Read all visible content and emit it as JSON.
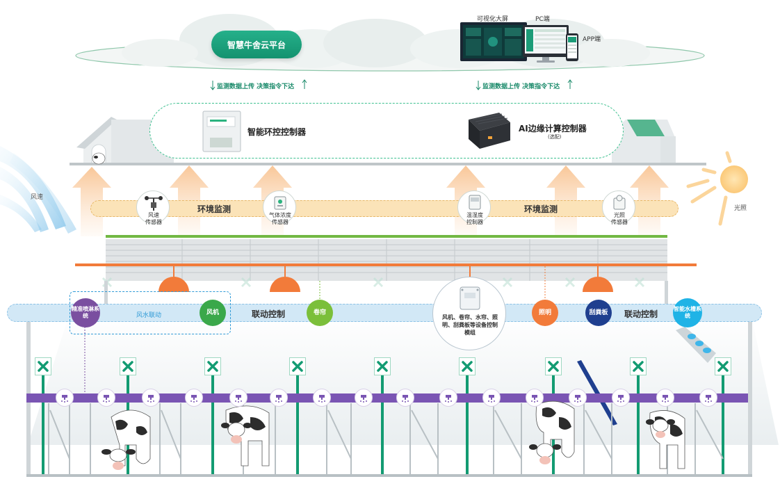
{
  "cloud": {
    "platform": "智慧牛舍云平台",
    "screen_label": "可视化大屏",
    "pc_label": "PC端",
    "app_label": "APP端"
  },
  "flow": {
    "left": "监测数据上传 决策指令下达",
    "right": "监测数据上传 决策指令下达"
  },
  "controllers": {
    "env": "智能环控控制器",
    "ai": "AI边缘计算控制器",
    "ai_note": "(选配)"
  },
  "environment": {
    "label_left": "环境监测",
    "label_right": "环境监测",
    "wind_label": "风速",
    "light_label": "光照",
    "sensors": [
      {
        "line1": "风速",
        "line2": "传感器"
      },
      {
        "line1": "气体浓度",
        "line2": "传感器"
      },
      {
        "line1": "温湿度",
        "line2": "控制器"
      },
      {
        "line1": "光照",
        "line2": "传感器"
      }
    ]
  },
  "linkage": {
    "label_left": "联动控制",
    "label_right": "联动控制",
    "fan_water_link": "风水联动",
    "spray": "精准喷淋系统",
    "fan": "风机",
    "curtain": "卷帘",
    "lighting": "照明",
    "scraper": "刮粪板",
    "trough": "智能水槽系统",
    "module": "风机、卷帘、水帘、照明、刮粪板等设备控制模组"
  },
  "colors": {
    "platform_green": "#14926f",
    "spray_purple": "#7a4fa0",
    "fan_green": "#3aa84a",
    "curtain_green": "#7bbf3a",
    "lighting_orange": "#f27b3a",
    "scraper_navy": "#1f3f8f",
    "trough_cyan": "#1fb3e6",
    "feed_rail_purple": "#7a55b3",
    "post_green": "#139b72"
  }
}
